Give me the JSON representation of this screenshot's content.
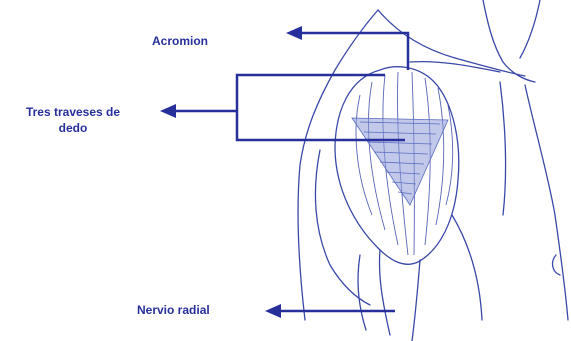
{
  "labels": {
    "acromion": "Acromion",
    "three_fingers_line1": "Tres traveses  de",
    "three_fingers_line2": "dedo",
    "radial_nerve": "Nervio radial"
  },
  "colors": {
    "annotation": "#27309a",
    "drawing": "#3a49a8",
    "hatching": "#5b6cc0",
    "background": "#ffffff"
  }
}
